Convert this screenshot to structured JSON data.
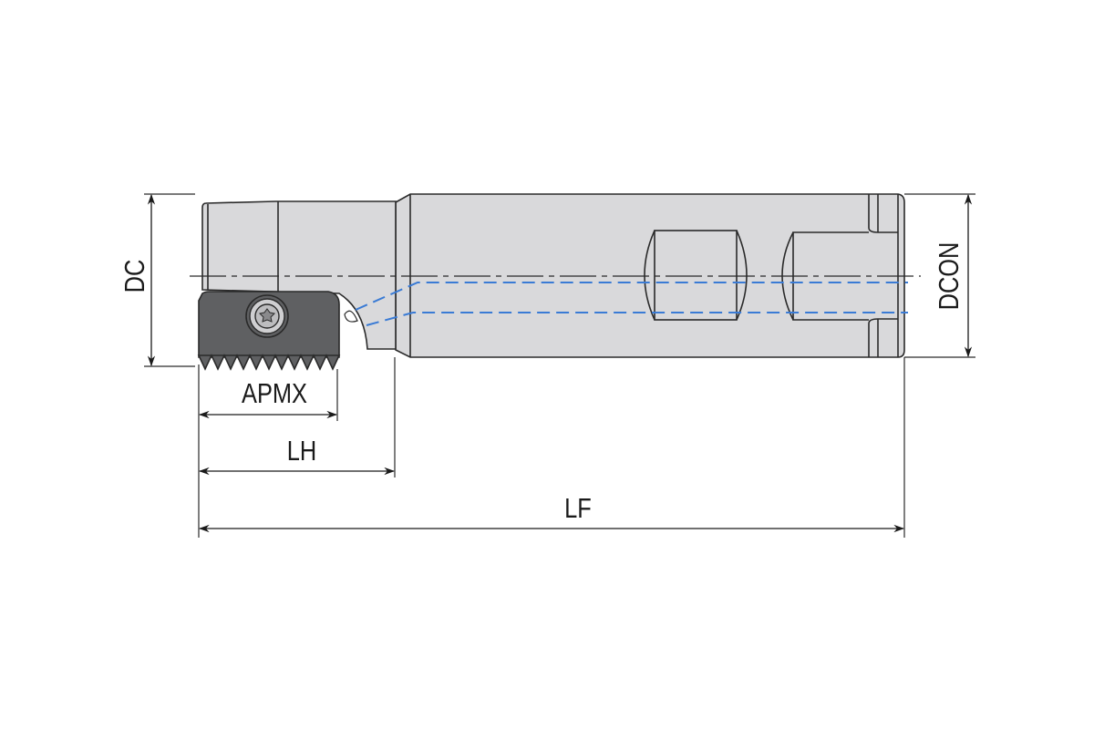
{
  "title": "Thread milling cutter dimension drawing",
  "dimensions": {
    "dc": "DC",
    "dcon": "DCON",
    "apmx": "APMX",
    "lh": "LH",
    "lf": "LF"
  },
  "colors": {
    "body": "#d9d9db",
    "insert": "#5f6062",
    "outline": "#2a2a2a",
    "coolant": "#3a7bd5"
  }
}
